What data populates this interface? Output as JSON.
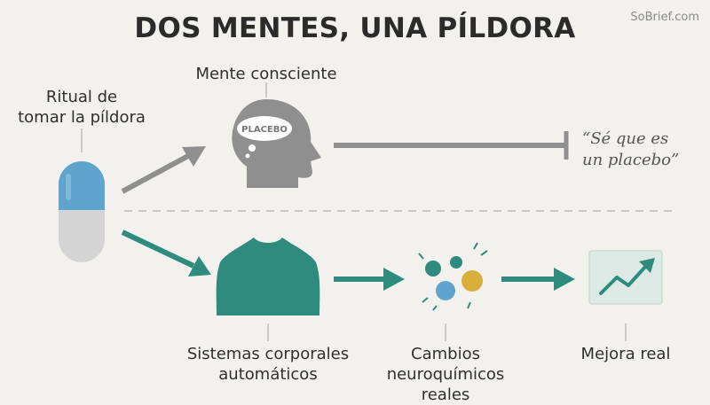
{
  "title": "DOS MENTES, UNA PÍLDORA",
  "watermark": "SoBrief.com",
  "labels": {
    "ritual_line1": "Ritual de",
    "ritual_line2": "tomar la píldora",
    "conscious": "Mente consciente",
    "thought_bubble": "PLACEBO",
    "quote_line1": "“Sé que es",
    "quote_line2": "un placebo”",
    "body_line1": "Sistemas corporales",
    "body_line2": "automáticos",
    "neuro_line1": "Cambios neuroquímicos",
    "neuro_line2": "reales",
    "improvement": "Mejora real"
  },
  "colors": {
    "teal": "#2e8b7d",
    "gray": "#8f8f8f",
    "pill_blue": "#5fa4cc",
    "pill_gray": "#d4d4d4",
    "molecule_yellow": "#d9ae3a",
    "chart_bg": "#dde9e4",
    "background": "#f2f1ee"
  },
  "icons": {
    "pill": "capsule-icon",
    "head": "head-with-thought-bubble-icon",
    "torso": "human-torso-icon",
    "molecules": "molecules-icon",
    "chart": "rising-trend-chart-icon"
  }
}
